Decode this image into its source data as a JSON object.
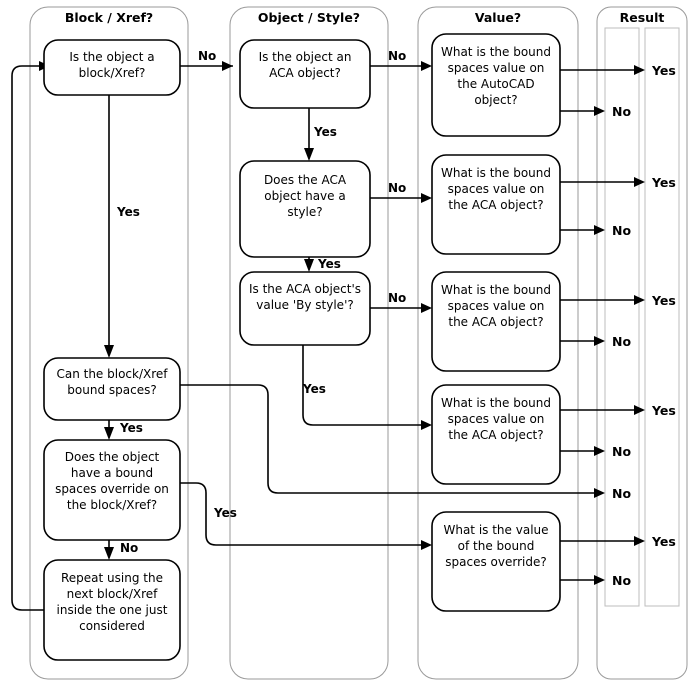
{
  "diagram": {
    "title": "Bound spaces resolution flowchart",
    "colors": {
      "lane_border": "#9a9a9a",
      "sublane_border": "#bdbdbd",
      "node_border": "#000000",
      "background": "#ffffff",
      "text": "#000000"
    }
  },
  "lanes": [
    {
      "id": "block-xref",
      "title": "Block / Xref?"
    },
    {
      "id": "object-style",
      "title": "Object / Style?"
    },
    {
      "id": "value",
      "title": "Value?"
    },
    {
      "id": "result",
      "title": "Result"
    }
  ],
  "nodes": [
    {
      "id": "n1",
      "lane": "block-xref",
      "text": "Is the object a block/Xref?"
    },
    {
      "id": "n2",
      "lane": "block-xref",
      "text": "Can the block/Xref bound spaces?"
    },
    {
      "id": "n3",
      "lane": "block-xref",
      "text": "Does the object have a bound spaces override on the block/Xref?"
    },
    {
      "id": "n4",
      "lane": "block-xref",
      "text": "Repeat using the next block/Xref inside the one just considered"
    },
    {
      "id": "n5",
      "lane": "object-style",
      "text": "Is the object an ACA object?"
    },
    {
      "id": "n6",
      "lane": "object-style",
      "text": "Does the ACA object have a style?"
    },
    {
      "id": "n7",
      "lane": "object-style",
      "text": "Is the ACA object's value 'By style'?"
    },
    {
      "id": "n8",
      "lane": "value",
      "text": "What is the bound spaces value on the AutoCAD object?"
    },
    {
      "id": "n9",
      "lane": "value",
      "text": "What is the bound spaces value on the ACA object?"
    },
    {
      "id": "n10",
      "lane": "value",
      "text": "What is the bound spaces value on the ACA object?"
    },
    {
      "id": "n11",
      "lane": "value",
      "text": "What is the bound spaces value on the ACA object?"
    },
    {
      "id": "n12",
      "lane": "value",
      "text": "What is the value of the bound spaces override?"
    }
  ],
  "edge_labels": [
    {
      "id": "e1",
      "text": "No"
    },
    {
      "id": "e2",
      "text": "Yes"
    },
    {
      "id": "e3",
      "text": "Yes"
    },
    {
      "id": "e4",
      "text": "No"
    },
    {
      "id": "e5",
      "text": "Yes"
    },
    {
      "id": "e6",
      "text": "No"
    },
    {
      "id": "e7",
      "text": "Yes"
    },
    {
      "id": "e8",
      "text": "Yes"
    },
    {
      "id": "e9",
      "text": "No"
    },
    {
      "id": "e10",
      "text": "Yes"
    }
  ],
  "results": [
    {
      "id": "r1",
      "text": "Yes",
      "branch": "yes"
    },
    {
      "id": "r2",
      "text": "No",
      "branch": "no"
    },
    {
      "id": "r3",
      "text": "Yes",
      "branch": "yes"
    },
    {
      "id": "r4",
      "text": "No",
      "branch": "no"
    },
    {
      "id": "r5",
      "text": "Yes",
      "branch": "yes"
    },
    {
      "id": "r6",
      "text": "No",
      "branch": "no"
    },
    {
      "id": "r7",
      "text": "Yes",
      "branch": "yes"
    },
    {
      "id": "r8",
      "text": "No",
      "branch": "no"
    },
    {
      "id": "r9",
      "text": "No",
      "branch": "no"
    },
    {
      "id": "r10",
      "text": "Yes",
      "branch": "yes"
    },
    {
      "id": "r11",
      "text": "No",
      "branch": "no"
    }
  ]
}
